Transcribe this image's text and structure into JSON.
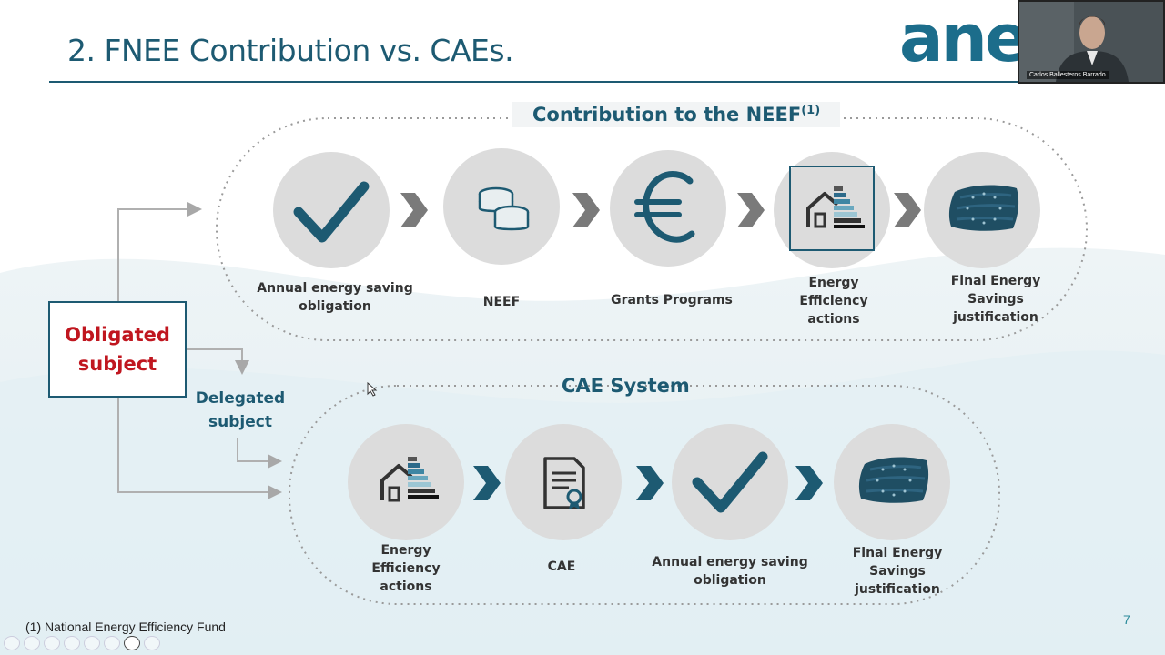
{
  "slide": {
    "title": "2. FNEE Contribution vs. CAEs.",
    "logo_text": "ane",
    "page_number": "7",
    "footnote": "(1)  National Energy Efficiency Fund"
  },
  "webcam": {
    "name": "Carlos Ballesteros Barrado"
  },
  "neef_section": {
    "heading": "Contribution to the NEEF",
    "heading_sup": "(1)",
    "steps": [
      {
        "label": "Annual energy saving obligation",
        "icon": "checkmark-icon"
      },
      {
        "label": "NEEF",
        "icon": "coins-icon"
      },
      {
        "label": "Grants Programs",
        "icon": "euro-icon"
      },
      {
        "label": "Energy Efficiency actions",
        "icon": "energy-house-icon"
      },
      {
        "label": "Final Energy Savings justification",
        "icon": "eu-flag-icon"
      }
    ]
  },
  "cae_section": {
    "heading": "CAE System",
    "steps": [
      {
        "label": "Energy Efficiency actions",
        "icon": "energy-house-icon"
      },
      {
        "label": "CAE",
        "icon": "certificate-icon"
      },
      {
        "label": "Annual energy saving obligation",
        "icon": "checkmark-icon"
      },
      {
        "label": "Final Energy Savings justification",
        "icon": "eu-flag-icon"
      }
    ]
  },
  "left": {
    "obligated": "Obligated subject",
    "delegated": "Delegated subject"
  },
  "colors": {
    "title": "#1d5a72",
    "obligated_text": "#c0161f",
    "chevron_top": "#7a7a7a",
    "chevron_bottom": "#1d5a72",
    "circle": "#dcdcdc"
  }
}
